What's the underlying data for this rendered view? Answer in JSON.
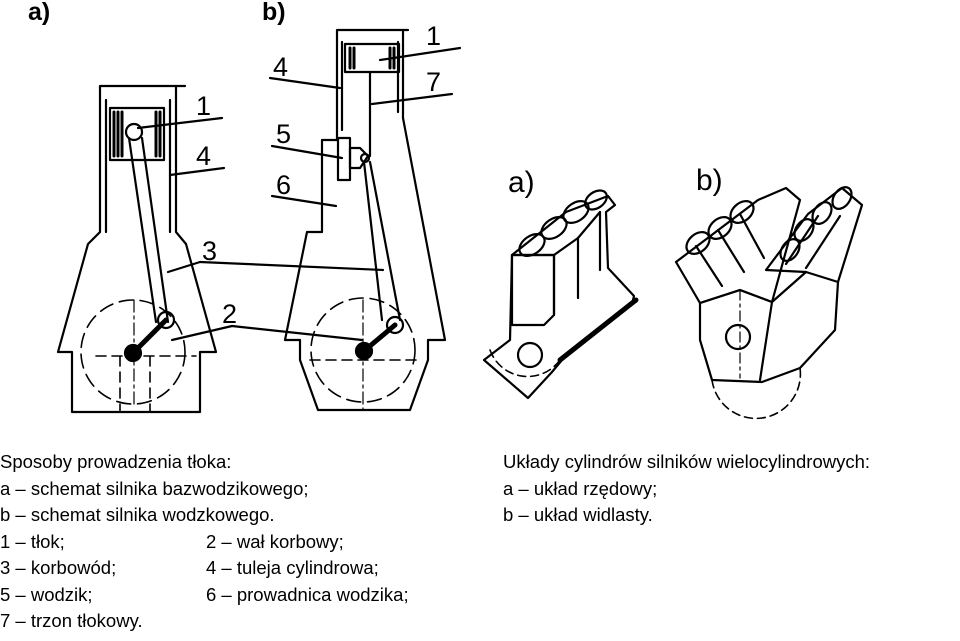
{
  "panel_labels": {
    "a": "a)",
    "b": "b)"
  },
  "left_figure": {
    "part_numbers": {
      "p1a": "1",
      "p4a": "4",
      "p3": "3",
      "p2": "2",
      "p1b": "1",
      "p4b": "4",
      "p7": "7",
      "p5": "5",
      "p6": "6"
    }
  },
  "right_figure": {
    "label_a": "a)",
    "label_b": "b)"
  },
  "left_caption": {
    "title": "Sposoby prowadzenia tłoka:",
    "line_a": "a – schemat silnika bazwodzikowego;",
    "line_b": "b – schemat silnika wodzkowego.",
    "legend": [
      [
        "1 – tłok;",
        "2 – wał korbowy;"
      ],
      [
        "3 – korbowód;",
        "4 – tuleja cylindrowa;"
      ],
      [
        "5 – wodzik;",
        "6 – prowadnica wodzika;"
      ],
      [
        "7 – trzon tłokowy.",
        ""
      ]
    ]
  },
  "right_caption": {
    "title": "Układy cylindrów silników wielocylindrowych:",
    "line_a": "a – układ rzędowy;",
    "line_b": "b – układ widlasty."
  }
}
